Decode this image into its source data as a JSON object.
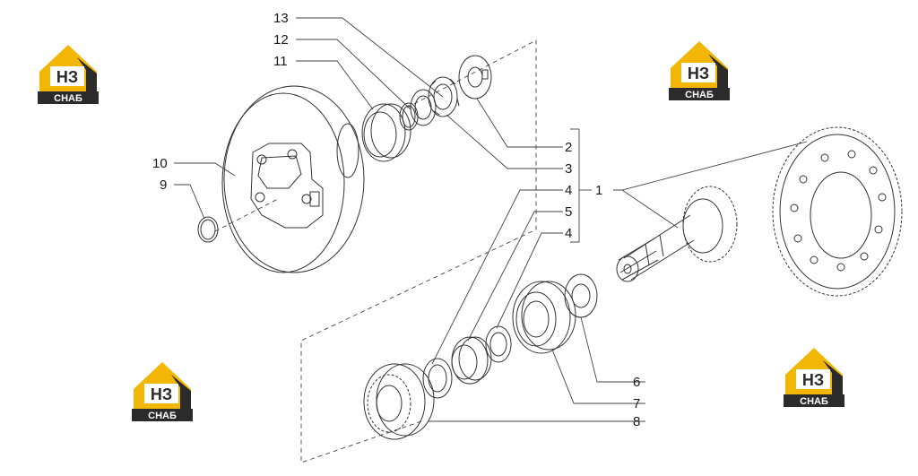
{
  "watermark": {
    "text_top": "НЗ",
    "text_bottom": "СНАБ",
    "colors": {
      "gold": "#F2B705",
      "dark": "#2b2b2b"
    }
  },
  "labels": [
    "13",
    "12",
    "11",
    "10",
    "9",
    "2",
    "3",
    "4",
    "1",
    "5",
    "4",
    "6",
    "7",
    "8"
  ]
}
